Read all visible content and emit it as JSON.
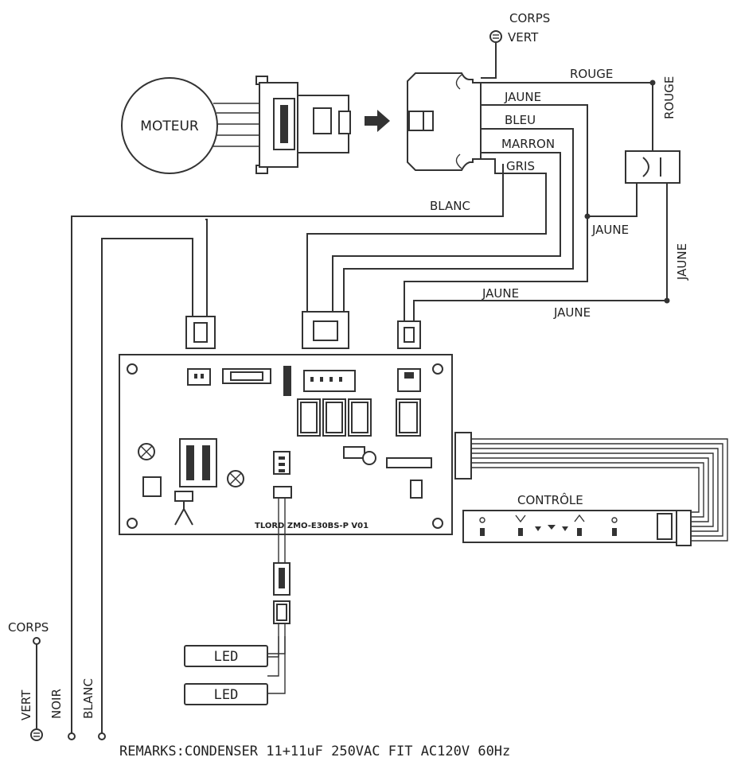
{
  "labels": {
    "motor": "MOTEUR",
    "ground_top_corps": "CORPS",
    "ground_top_vert": "VERT",
    "rouge_h": "ROUGE",
    "rouge_v": "ROUGE",
    "jaune_1": "JAUNE",
    "bleu": "BLEU",
    "marron": "MARRON",
    "gris": "GRIS",
    "blanc_top": "BLANC",
    "jaune_cap": "JAUNE",
    "jaune_v": "JAUNE",
    "jaune_low1": "JAUNE",
    "jaune_low2": "JAUNE",
    "board_model": "TLORD  ZMO-E30BS-P  V01",
    "control": "CONTRÔLE",
    "led_1": "LED",
    "led_2": "LED",
    "corps_left": "CORPS",
    "vert_left": "VERT",
    "noir": "NOIR",
    "blanc_left": "BLANC",
    "remarks": "REMARKS:CONDENSER 11+11uF   250VAC FIT AC120V 60Hz"
  }
}
